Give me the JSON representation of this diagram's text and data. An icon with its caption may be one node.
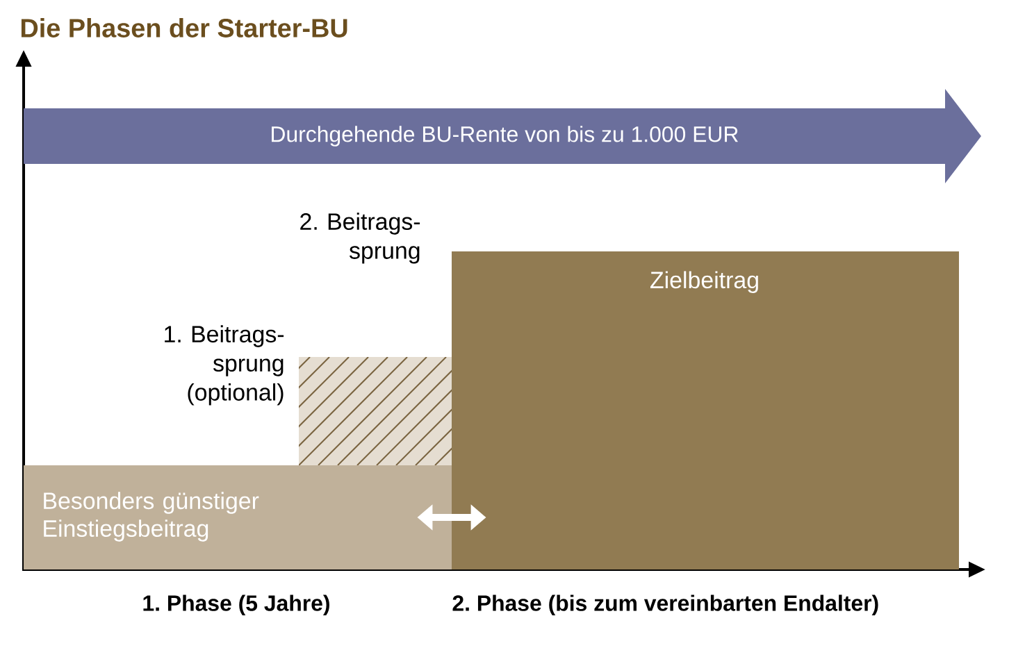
{
  "diagram": {
    "title": "Die Phasen der Starter-BU",
    "nodes": [
      {
        "text": [
          "Durchgehende BU-Rente von bis zu 1.000 EUR"
        ]
      },
      {
        "text": [
          "Zielbeitrag"
        ]
      },
      {
        "text": [],
        "shape": "box"
      },
      {
        "text": [
          "Besonders günstiger Einstiegsbeitrag"
        ]
      }
    ],
    "edges": [
      {
        "from": 3,
        "to": 1,
        "arrow": "both",
        "color": "#ffffff"
      }
    ],
    "labels": [
      "2. Beitrags-sprung",
      "1. Beitrags-sprung (optional)",
      "1. Phase (5 Jahre)",
      "2. Phase (bis zum vereinbarten Endalter)"
    ]
  }
}
